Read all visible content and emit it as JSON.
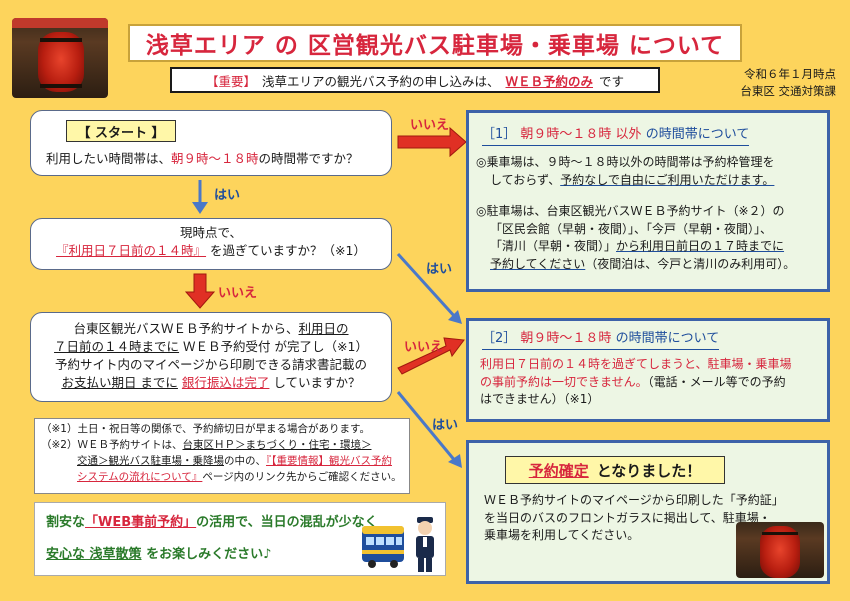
{
  "title": "浅草エリア の 区営観光バス駐車場・乗車場 について",
  "notice": {
    "tag": "【重要】",
    "text": "浅草エリアの観光バス予約の申し込みは、",
    "emph": "ＷＥＢ予約のみ",
    "tail": "です"
  },
  "date_line": "令和６年１月時点",
  "dept_line": "台東区 交通対策課",
  "start": {
    "label": "【 スタート 】",
    "q_pre": "利用したい時間帯は、",
    "q_red": "朝９時〜１８時",
    "q_post": "の時間帯ですか？"
  },
  "q2": {
    "line1": "現時点で、",
    "red": "『利用日７日前の１４時』",
    "post": "を過ぎていますか？（※1）"
  },
  "q3": {
    "l1_pre": "台東区観光バスＷＥＢ予約サイトから、",
    "l1_ul": "利用日の",
    "l2_ul": "７日前の１４時までに",
    "l2_post": "ＷＥＢ予約受付 が完了し（※1）",
    "l3": "予約サイト内のマイページから印刷できる請求書記載の",
    "l4_ul": "お支払い期日 までに",
    "l4_red": "銀行振込は完了",
    "l4_post": "していますか？"
  },
  "arrows": {
    "iie1": "いいえ",
    "hai1": "はい",
    "iie2": "いいえ",
    "hai2": "はい",
    "iie3": "いいえ",
    "hai3": "はい"
  },
  "panel1": {
    "heading_pre": "［1］",
    "heading_red": "朝９時〜１８時 以外",
    "heading_post": "の時間帯について",
    "p1_l1": "◎乗車場は、９時〜１８時以外の時間帯は予約枠管理を",
    "p1_l2_pre": "しておらず、",
    "p1_l2_ul": "予約なしで自由にご利用いただけます。",
    "p2_l1": "◎駐車場は、台東区観光バスＷＥＢ予約サイト（※２）の",
    "p2_l2": "「区民会館（早朝・夜間）」、「今戸（早朝・夜間）」、",
    "p2_l3_pre": "「清川（早朝・夜間）」",
    "p2_l3_ul": "から利用日前日の１７時までに",
    "p2_l4_ul": "予約してください",
    "p2_l4_post": "（夜間泊は、今戸と清川のみ利用可）。"
  },
  "panel2": {
    "heading_pre": "［2］",
    "heading_red": "朝９時〜１８時",
    "heading_post": "の時間帯について",
    "l1": "利用日７日前の１４時を過ぎてしまうと、駐車場・乗車場",
    "l2_red": "の事前予約は一切できません。",
    "l2_post": "（電話・メール等での予約",
    "l3": "はできません）（※1）"
  },
  "confirm": {
    "red": "予約確定",
    "post": "となりました！",
    "l1": "ＷＥＢ予約サイトのマイページから印刷した「予約証」",
    "l2": "を当日のバスのフロントガラスに掲出して、駐車場・",
    "l3": "乗車場を利用してください。"
  },
  "notes": {
    "n1": "（※1）土日・祝日等の関係で、予約締切日が早まる場合があります。",
    "n2_pre": "（※2）ＷＥＢ予約サイトは、",
    "n2_ul": "台東区ＨＰ＞まちづくり・住宅・環境＞",
    "n3_ul": "交通＞観光バス駐車場・乗降場",
    "n3_mid": "の中の、",
    "n3_red": "『【重要情報】観光バス予約",
    "n4_red": "システムの流れについて』",
    "n4_post": "ページ内のリンク先からご確認ください。"
  },
  "banner": {
    "l1_pre": "割安な",
    "l1_red": "「WEB事前予約」",
    "l1_post": "の活用で、当日の混乱が少なく",
    "l2_ul": "安心な 浅草散策",
    "l2_post": "をお楽しみください♪"
  },
  "colors": {
    "red": "#d7263d",
    "blue": "#3d62a8",
    "background": "#fdd45c"
  }
}
